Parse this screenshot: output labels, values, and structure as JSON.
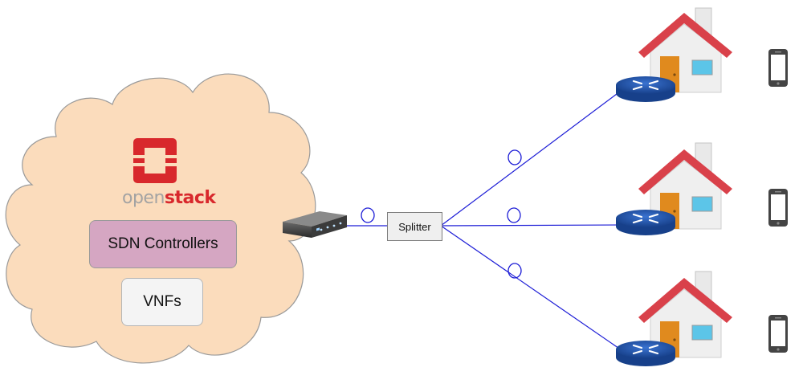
{
  "cloud": {
    "logo_part1": "open",
    "logo_part2": "stack",
    "sdn_label": "SDN Controllers",
    "vnf_label": "VNFs"
  },
  "splitter": {
    "label": "Splitter"
  },
  "colors": {
    "cloud_fill": "#fbdcbc",
    "cloud_stroke": "#9a9a9a",
    "sdn_fill": "#d5a6c2",
    "fiber_line": "#1c1cd6",
    "openstack_red": "#d8282c",
    "router_blue": "#1f4fa5",
    "roof_red": "#d9414a",
    "door_orange": "#e08a1e",
    "window_blue": "#5cc5e8",
    "phone_gray": "#444444"
  },
  "icons": [
    "openstack-logo-icon",
    "olt-switch-icon",
    "fiber-coil-icon",
    "house-icon",
    "router-icon",
    "smartphone-icon"
  ],
  "branches": [
    "top",
    "middle",
    "bottom"
  ]
}
